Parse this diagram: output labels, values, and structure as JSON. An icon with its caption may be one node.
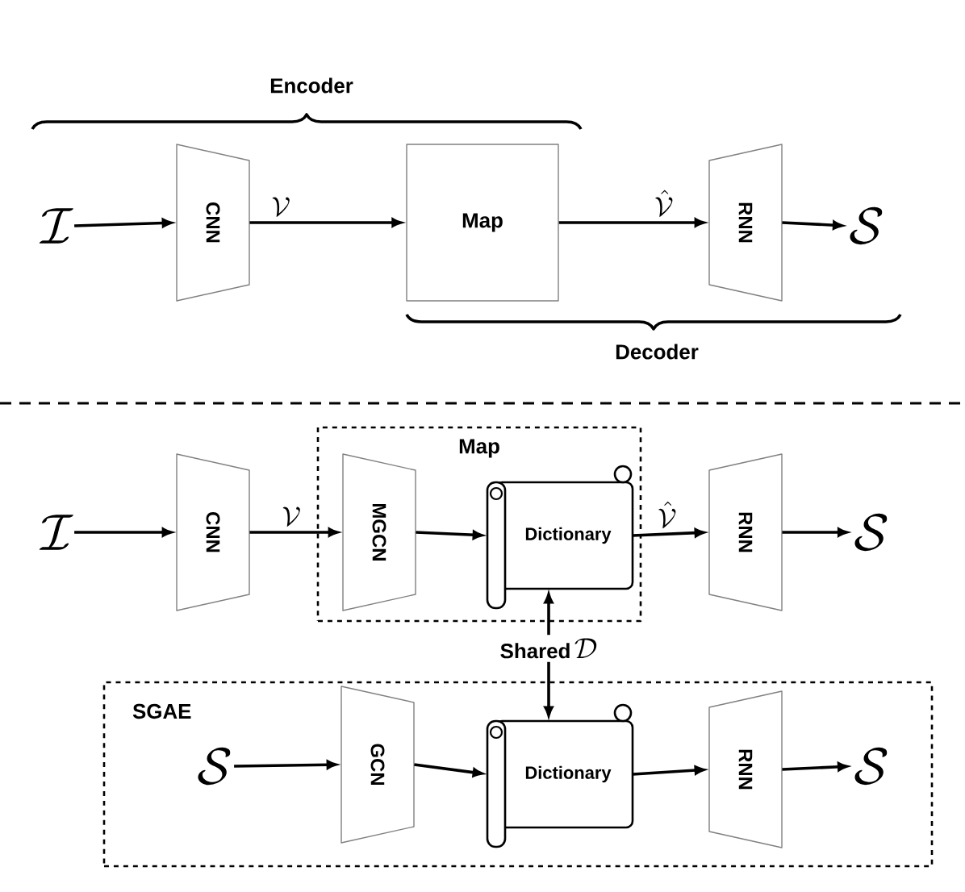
{
  "diagram": {
    "nodes": [
      {
        "text": [
          "\\mathcal{I}"
        ]
      },
      {
        "text": [
          "CNN"
        ]
      },
      {
        "text": [
          "Map"
        ]
      },
      {
        "text": [
          "RNN"
        ]
      },
      {
        "text": [
          "\\mathcal{S}"
        ]
      },
      {
        "text": [
          "\\mathcal{I}"
        ]
      },
      {
        "text": [
          "CNN"
        ]
      },
      {
        "text": [
          "Map"
        ]
      },
      {
        "text": [
          "MGCN"
        ],
        "in": 7
      },
      {
        "text": [
          "Dictionary"
        ],
        "in": 7
      },
      {
        "text": [
          "RNN"
        ]
      },
      {
        "text": [
          "\\mathcal{S}"
        ]
      },
      {
        "text": [
          "Shared",
          "\\mathcal{D}"
        ]
      },
      {
        "text": [
          "SGAE"
        ]
      },
      {
        "text": [
          "\\mathcal{S}"
        ],
        "in": 13
      },
      {
        "text": [
          "GCN"
        ],
        "in": 13
      },
      {
        "text": [
          "Dictionary"
        ],
        "in": 13
      },
      {
        "text": [
          "RNN"
        ],
        "in": 13
      },
      {
        "text": [
          "\\mathcal{S}"
        ],
        "in": 13
      }
    ],
    "edges": [
      {
        "from": 0,
        "to": 1,
        "arrow": "to"
      },
      {
        "from": 1,
        "to": 2,
        "arrow": "to",
        "label": "\\mathcal{V}"
      },
      {
        "from": 2,
        "to": 3,
        "arrow": "to",
        "label": "\\hat{\\mathcal{V}}"
      },
      {
        "from": 3,
        "to": 4,
        "arrow": "to"
      },
      {
        "from": 5,
        "to": 6,
        "arrow": "to"
      },
      {
        "from": 6,
        "to": 8,
        "arrow": "to",
        "label": "\\mathcal{V}"
      },
      {
        "from": 8,
        "to": 9,
        "arrow": "to"
      },
      {
        "from": 9,
        "to": 10,
        "arrow": "to",
        "label": "\\hat{\\mathcal{V}}"
      },
      {
        "from": 10,
        "to": 11,
        "arrow": "to"
      },
      {
        "from": 12,
        "to": 9,
        "arrow": "to"
      },
      {
        "from": 12,
        "to": 16,
        "arrow": "to"
      },
      {
        "from": 14,
        "to": 15,
        "arrow": "to"
      },
      {
        "from": 15,
        "to": 16,
        "arrow": "to"
      },
      {
        "from": 16,
        "to": 17,
        "arrow": "to"
      },
      {
        "from": 17,
        "to": 18,
        "arrow": "to"
      }
    ],
    "labels": [
      "Encoder",
      "Decoder"
    ]
  }
}
